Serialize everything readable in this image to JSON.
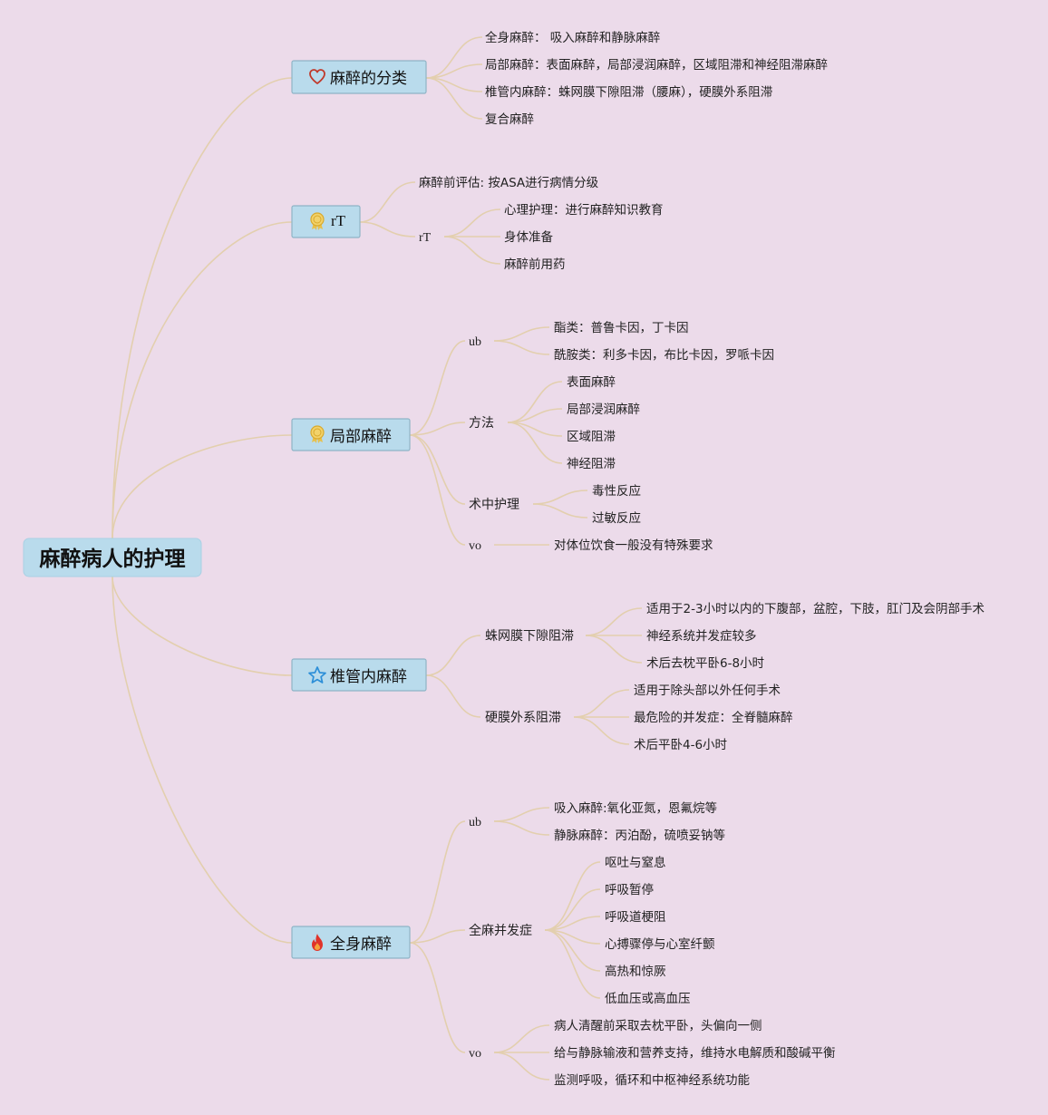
{
  "root": "麻醉病人的护理",
  "branches": [
    {
      "id": "b1",
      "label": "麻醉的分类",
      "icon": "heart-icon",
      "leaves": [
        "全身麻醉： 吸入麻醉和静脉麻醉",
        "局部麻醉：表面麻醉，局部浸润麻醉，区域阻滞和神经阻滞麻醉",
        "椎管内麻醉：蛛网膜下隙阻滞（腰麻），硬膜外系阻滞",
        "复合麻醉"
      ]
    },
    {
      "id": "b2",
      "label": "rT",
      "icon": "award-ribbon-icon",
      "leaves": [
        "麻醉前评估: 按ASA进行病情分级"
      ],
      "children": [
        {
          "label": "rT",
          "leaves": [
            "心理护理：进行麻醉知识教育",
            "身体准备",
            "麻醉前用药"
          ]
        }
      ]
    },
    {
      "id": "b3",
      "label": "局部麻醉",
      "icon": "award-ribbon-icon",
      "children": [
        {
          "label": "ub",
          "leaves": [
            "酯类：普鲁卡因，丁卡因",
            "酰胺类：利多卡因，布比卡因，罗哌卡因"
          ]
        },
        {
          "label": "方法",
          "leaves": [
            "表面麻醉",
            "局部浸润麻醉",
            "区域阻滞",
            "神经阻滞"
          ]
        },
        {
          "label": "术中护理",
          "leaves": [
            "毒性反应",
            "过敏反应"
          ]
        },
        {
          "label": "vo",
          "leaves": [
            "对体位饮食一般没有特殊要求"
          ]
        }
      ]
    },
    {
      "id": "b4",
      "label": "椎管内麻醉",
      "icon": "star-icon",
      "children": [
        {
          "label": "蛛网膜下隙阻滞",
          "leaves": [
            "适用于2-3小时以内的下腹部，盆腔，下肢，肛门及会阴部手术",
            "神经系统并发症较多",
            "术后去枕平卧6-8小时"
          ]
        },
        {
          "label": "硬膜外系阻滞",
          "leaves": [
            "适用于除头部以外任何手术",
            "最危险的并发症：全脊髓麻醉",
            "术后平卧4-6小时"
          ]
        }
      ]
    },
    {
      "id": "b5",
      "label": "全身麻醉",
      "icon": "fire-icon",
      "children": [
        {
          "label": "ub",
          "leaves": [
            "吸入麻醉:氧化亚氮，恩氟烷等",
            "静脉麻醉：丙泊酚，硫喷妥钠等"
          ]
        },
        {
          "label": "全麻并发症",
          "leaves": [
            "呕吐与窒息",
            "呼吸暂停",
            "呼吸道梗阻",
            "心搏骤停与心室纤颤",
            "高热和惊厥",
            "低血压或高血压"
          ]
        },
        {
          "label": "vo",
          "leaves": [
            "病人清醒前采取去枕平卧，头偏向一侧",
            "给与静脉输液和营养支持，维持水电解质和酸碱平衡",
            "监测呼吸，循环和中枢神经系统功能"
          ]
        }
      ]
    }
  ],
  "colors": {
    "background": "#ecdbea",
    "node_fill": "#b9dbec",
    "connector": "#e3cfae",
    "heart": "#c0392b",
    "ribbon": "#e8c04a",
    "star": "#2d8fd8",
    "fire": "#e0332a"
  }
}
